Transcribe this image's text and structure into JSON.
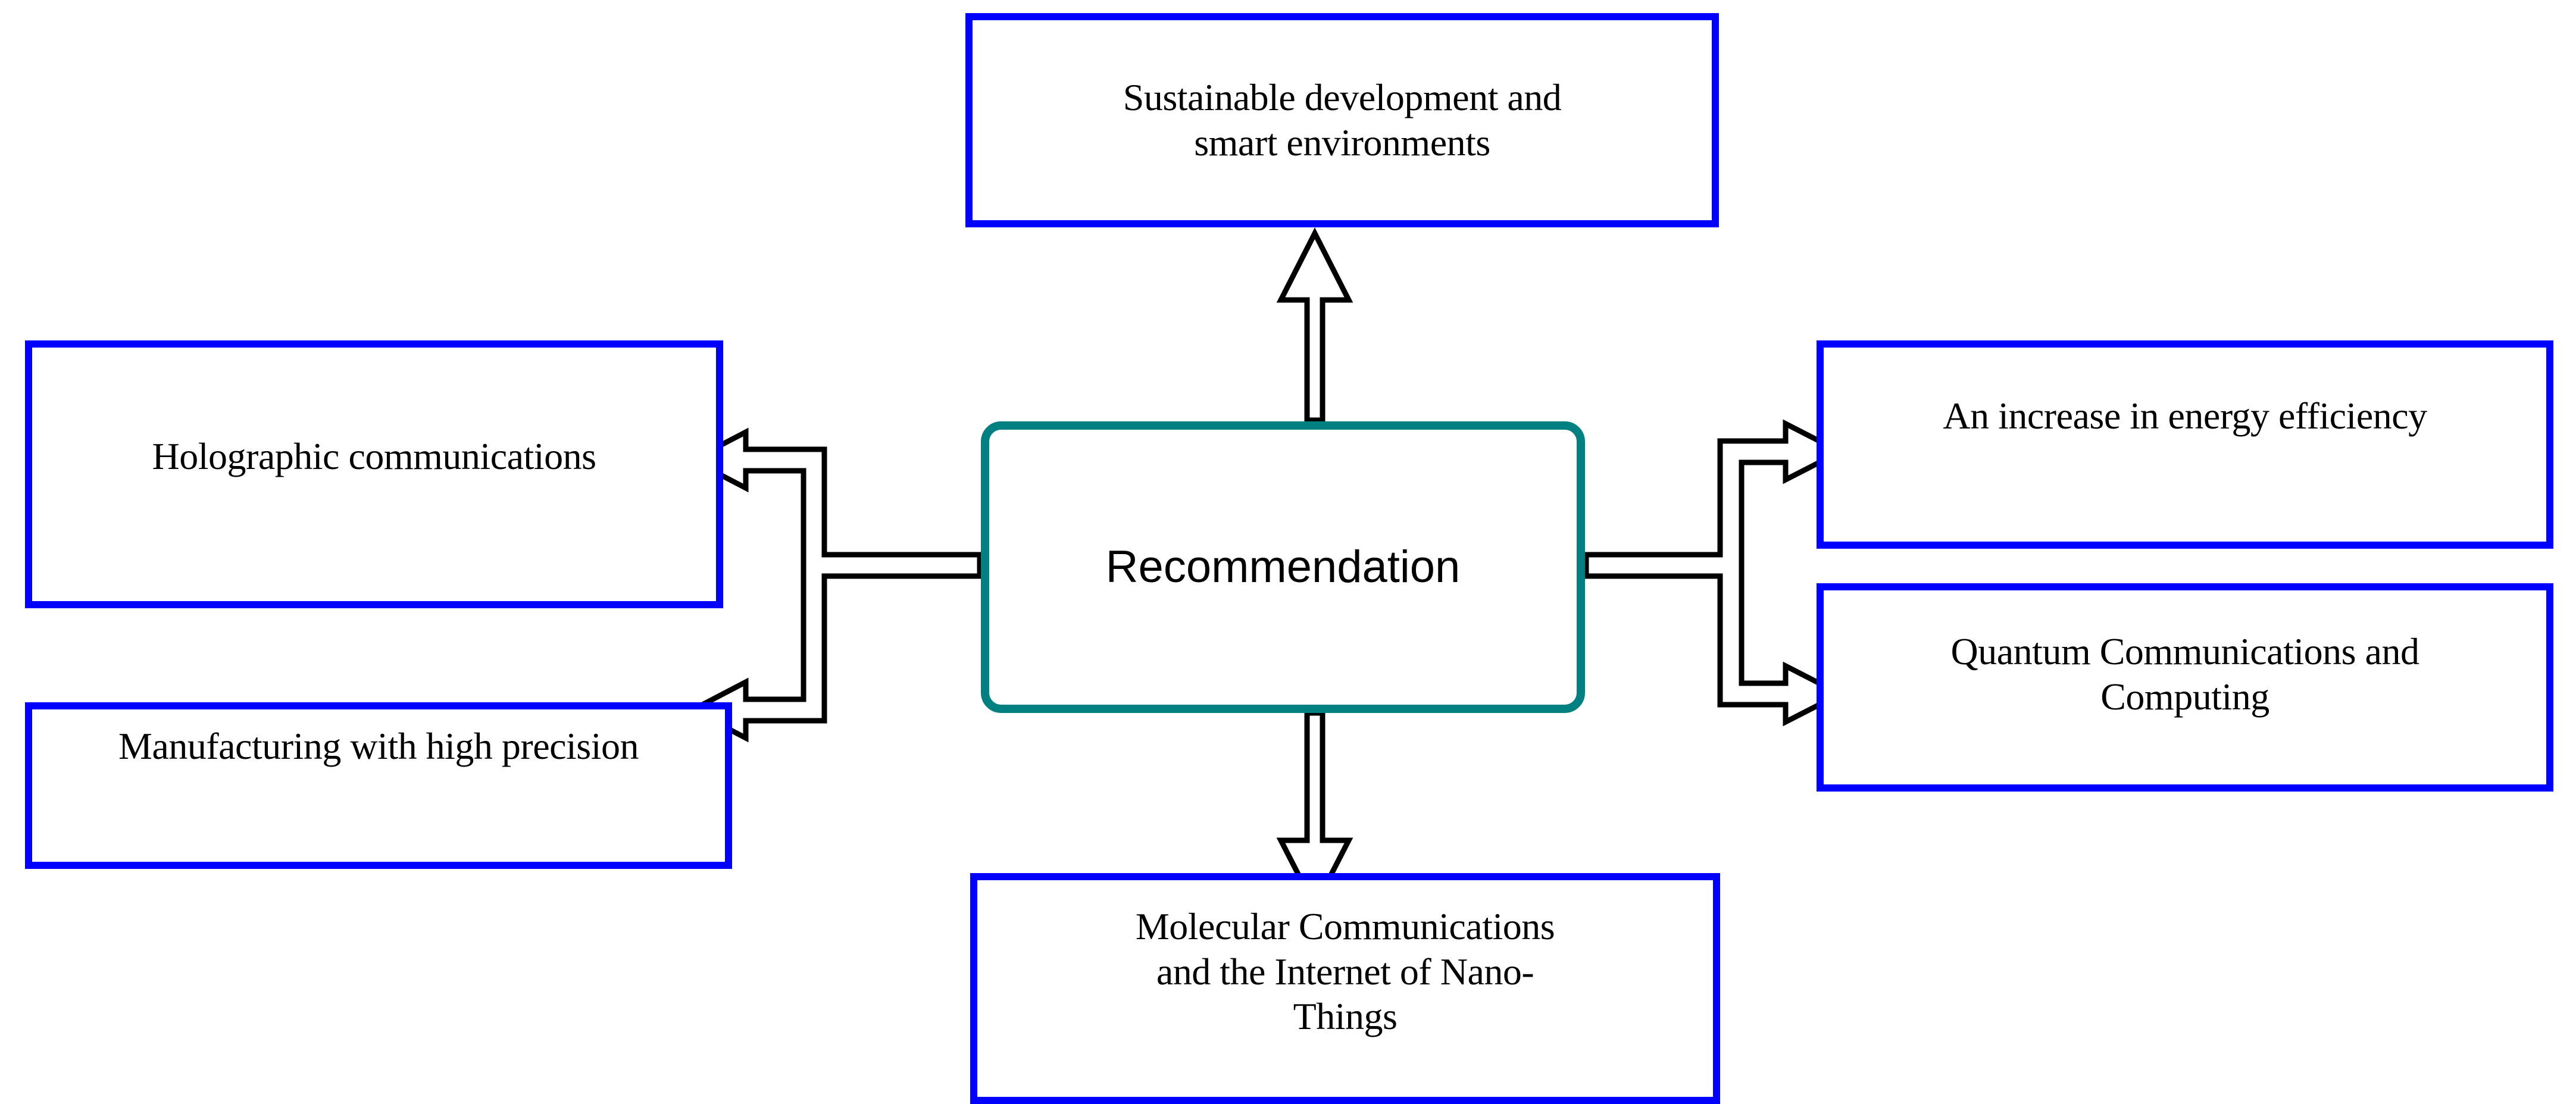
{
  "diagram": {
    "title": "Recommendation",
    "center": {
      "id": "recommendation",
      "label": "Recommendation",
      "border_color": "#008080",
      "text_color": "#000000",
      "shape": "rounded-rectangle"
    },
    "leaf_border_color": "#0000FF",
    "leaf_fill_color": "#FFFFFF",
    "connector_color": "#000000",
    "connector_style": "hollow-double-line-arrow",
    "nodes": [
      {
        "id": "sustainable-development",
        "label": "Sustainable development and\nsmart environments",
        "position": "top",
        "direction": "from-center"
      },
      {
        "id": "holographic-communications",
        "label": "Holographic communications",
        "position": "left-upper",
        "direction": "from-center"
      },
      {
        "id": "manufacturing-high-precision",
        "label": "Manufacturing with high precision",
        "position": "left-lower",
        "direction": "from-center"
      },
      {
        "id": "energy-efficiency",
        "label": "An increase in energy efficiency",
        "position": "right-upper",
        "direction": "from-center"
      },
      {
        "id": "quantum-communications-computing",
        "label": "Quantum Communications and\nComputing",
        "position": "right-lower",
        "direction": "from-center"
      },
      {
        "id": "molecular-communications",
        "label": "Molecular Communications\nand the Internet of Nano-\nThings",
        "position": "bottom",
        "direction": "from-center"
      }
    ]
  }
}
